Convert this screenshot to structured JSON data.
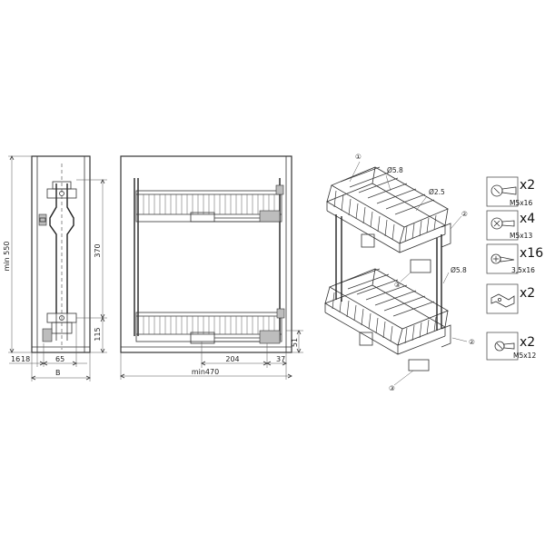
{
  "dimensions": {
    "height_min": "min 550",
    "rail_height": "370",
    "lower_offset": "115",
    "side_16": "16",
    "side_18": "18",
    "width_65": "65",
    "cabinet_B": "B",
    "basket_204": "204",
    "depth_37": "37",
    "depth_min": "min470",
    "height_51": "51"
  },
  "callouts": {
    "wire_top": "Ø5.8",
    "wire_mid": "Ø2.5",
    "wire_side": "Ø5.8",
    "part_1": "①",
    "part_2a": "②",
    "part_2b": "②",
    "part_3a": "③",
    "part_3b": "③"
  },
  "hardware": [
    {
      "icon": "wood-screw-icon",
      "quantity": "x2",
      "size": "M5x16"
    },
    {
      "icon": "flat-screw-icon",
      "quantity": "x4",
      "size": "M5x13"
    },
    {
      "icon": "tapping-screw-icon",
      "quantity": "x16",
      "size": "3,5x16"
    },
    {
      "icon": "mounting-bracket-icon",
      "quantity": "x2",
      "size": ""
    },
    {
      "icon": "machine-screw-icon",
      "quantity": "x2",
      "size": "M5x12"
    }
  ]
}
